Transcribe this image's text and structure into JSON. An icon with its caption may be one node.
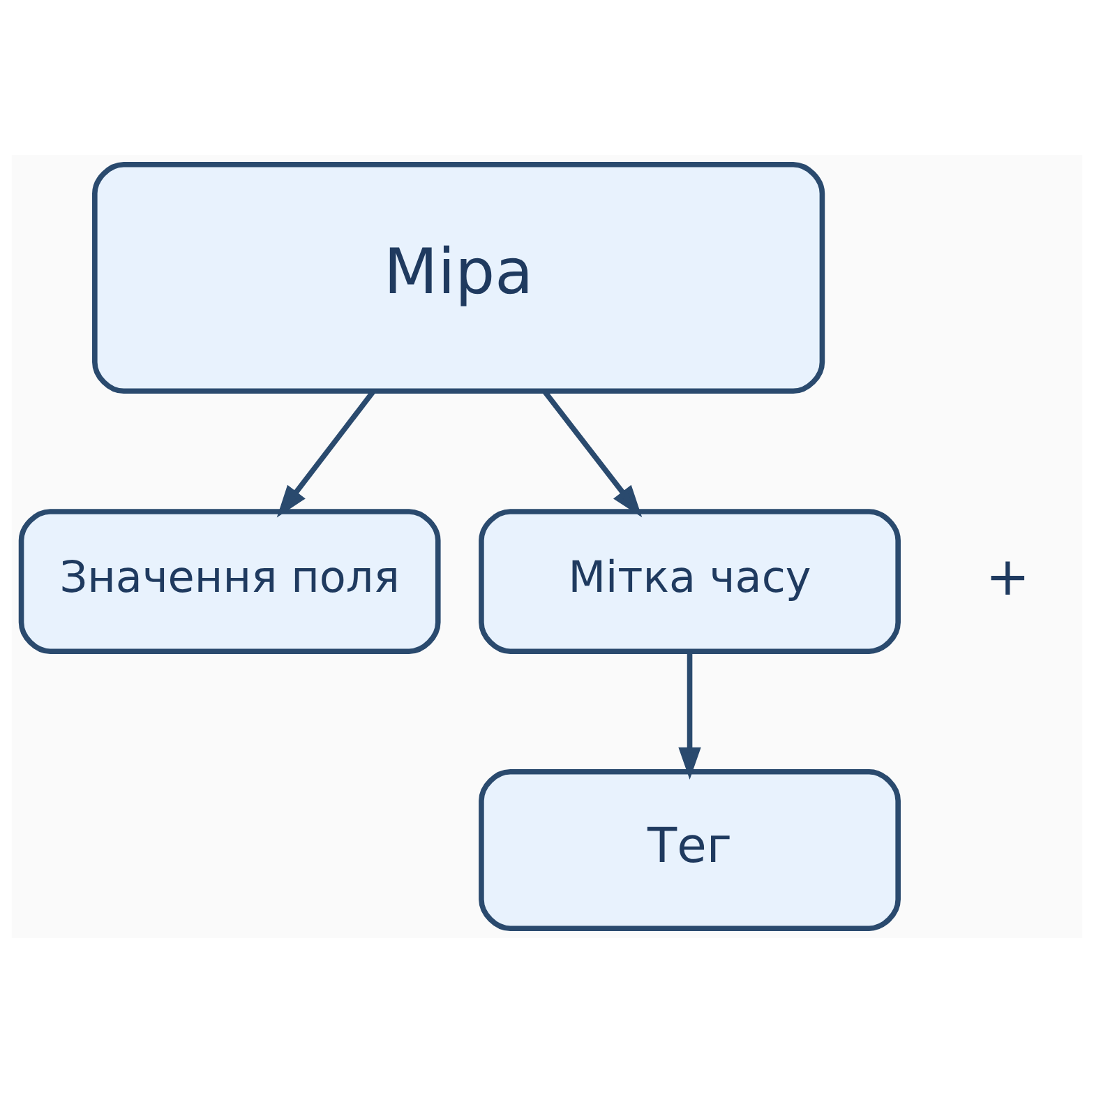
{
  "diagram": {
    "nodes": [
      {
        "text": [
          "Міра"
        ]
      },
      {
        "text": [
          "Значення поля"
        ]
      },
      {
        "text": [
          "Мітка часу"
        ]
      },
      {
        "text": [
          "Тег"
        ]
      }
    ],
    "edges": [
      {
        "from": 0,
        "to": 1,
        "arrow": "to"
      },
      {
        "from": 0,
        "to": 2,
        "arrow": "to"
      },
      {
        "from": 2,
        "to": 3,
        "arrow": "to"
      }
    ],
    "labels": [
      "+"
    ]
  }
}
